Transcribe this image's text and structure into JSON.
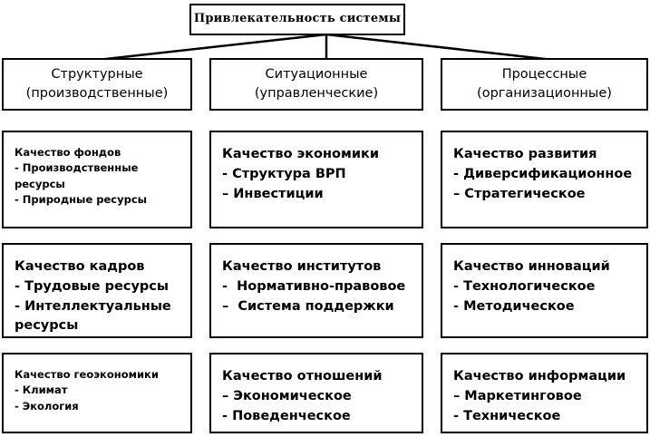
{
  "diagram": {
    "title_box": {
      "label": "Привлекательность системы"
    },
    "columns": [
      {
        "key": "structural",
        "header_line1": "Структурные",
        "header_line2": "(производственные)",
        "cells": [
          {
            "title": "Качество фондов",
            "items": [
              "- Производственные ресурсы",
              "- Природные ресурсы"
            ]
          },
          {
            "title": "Качество кадров",
            "items": [
              "- Трудовые ресурсы",
              "- Интеллектуальные\nресурсы"
            ]
          },
          {
            "title": "Качество геоэкономики",
            "items": [
              "- Климат",
              "- Экология"
            ]
          }
        ]
      },
      {
        "key": "situational",
        "header_line1": "Ситуационные",
        "header_line2": "(управленческие)",
        "cells": [
          {
            "title": "Качество экономики",
            "items": [
              "- Структура ВРП",
              "– Инвестиции"
            ]
          },
          {
            "title": "Качество институтов",
            "items": [
              "-  Нормативно-правовое",
              "–  Система поддержки"
            ]
          },
          {
            "title": "Качество отношений",
            "items": [
              "– Экономическое",
              "- Поведенческое"
            ]
          }
        ]
      },
      {
        "key": "process",
        "header_line1": "Процессные",
        "header_line2": "(организационные)",
        "cells": [
          {
            "title": "Качество развития",
            "items": [
              "- Диверсификационное",
              "– Стратегическое"
            ]
          },
          {
            "title": "Качество инноваций",
            "items": [
              "- Технологическое",
              "- Методическое"
            ]
          },
          {
            "title": "Качество информации",
            "items": [
              "– Маркетинговое",
              "- Техническое"
            ]
          }
        ]
      }
    ],
    "colors": {
      "line": "#000000",
      "background": "#ffffff",
      "text": "#000000"
    }
  }
}
